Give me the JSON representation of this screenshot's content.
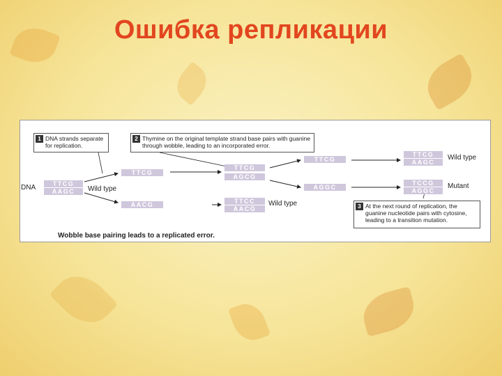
{
  "slide": {
    "title": "Ошибка репликации"
  },
  "figure": {
    "dna_label": "DNA",
    "original": {
      "top": "TTCG",
      "bottom": "AAGC",
      "label": "Wild type"
    },
    "separated": {
      "upper": "TTCG",
      "lower": "AACG"
    },
    "wobble": {
      "top": "TTCG",
      "bottom": "AGCG"
    },
    "lower_pair": {
      "top": "TTCC",
      "bottom": "AACG",
      "label": "Wild type"
    },
    "round2_strands": {
      "upper": "TTCG",
      "lower": "AGGC"
    },
    "final_wild": {
      "top": "TTCG",
      "bottom": "AAGC",
      "label": "Wild type"
    },
    "final_mutant": {
      "top": "TCCG",
      "bottom": "AGGC",
      "label": "Mutant"
    },
    "step1": {
      "number": "1",
      "text": "DNA strands separate for replication."
    },
    "step2": {
      "number": "2",
      "text": "Thymine on the original template strand base pairs with guanine through wobble, leading to an incorporated error."
    },
    "step3": {
      "number": "3",
      "text": "At the next round of replication, the guanine nucleotide pairs with cytosine, leading to a transition mutation."
    },
    "caption": "Wobble base pairing leads to a replicated error."
  }
}
